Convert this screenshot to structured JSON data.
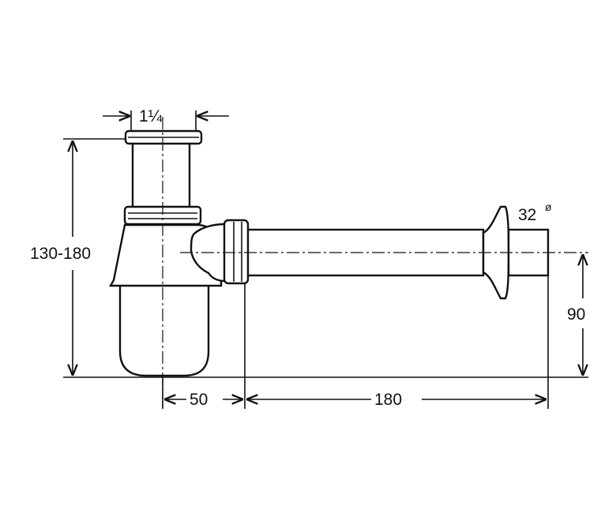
{
  "dimensions": {
    "inlet_diameter": "1¼",
    "height_range": "130-180",
    "outlet_diameter": "32",
    "outlet_diameter_symbol": "ø",
    "outlet_height": "90",
    "trap_offset": "50",
    "pipe_length": "180"
  }
}
